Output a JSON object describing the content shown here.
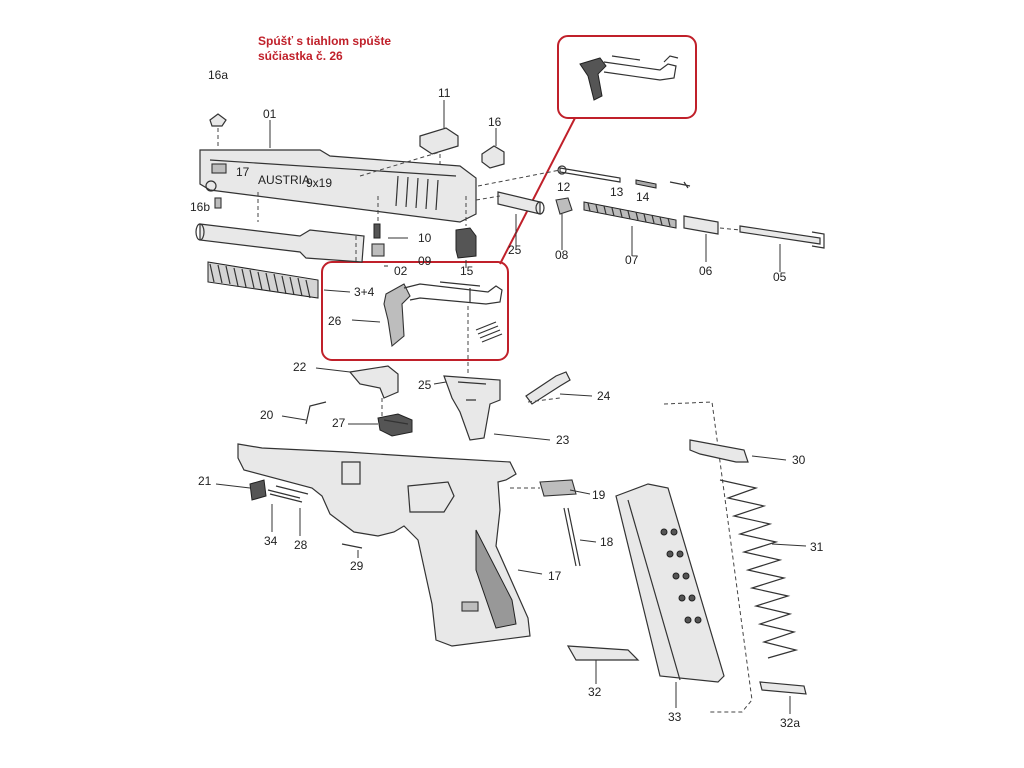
{
  "title": {
    "line1": "Spúšť s tiahlom spúšte",
    "line2": "súčiastka č. 26"
  },
  "labels": [
    "16a",
    "01",
    "11",
    "16",
    "16b",
    "12",
    "13",
    "14",
    "10",
    "25",
    "08",
    "07",
    "06",
    "05",
    "02",
    "09",
    "15",
    "3+4",
    "26",
    "22",
    "25",
    "24",
    "20",
    "27",
    "23",
    "30",
    "21",
    "19",
    "34",
    "28",
    "18",
    "31",
    "29",
    "17",
    "32",
    "33",
    "32a"
  ],
  "slide_engraving": {
    "model": "17",
    "country": "AUSTRIA",
    "caliber": "9x19"
  },
  "colors": {
    "highlight": "#c0202a",
    "line": "#333333"
  }
}
